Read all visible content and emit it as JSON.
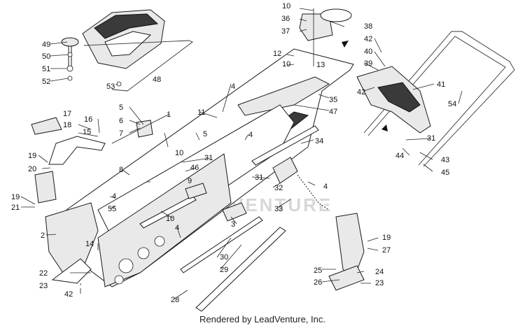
{
  "watermark": "VENTURE",
  "footer": "Rendered by LeadVenture, Inc.",
  "callouts": {
    "c1": "1",
    "c2": "2",
    "c3": "3",
    "c4a": "4",
    "c4b": "4",
    "c4c": "4",
    "c4d": "4",
    "c4e": "4",
    "c5a": "5",
    "c5b": "5",
    "c6": "6",
    "c7": "7",
    "c8": "8",
    "c9": "9",
    "c10a": "10",
    "c10b": "10",
    "c10c": "10",
    "c10d": "10",
    "c11": "11",
    "c12": "12",
    "c13": "13",
    "c14": "14",
    "c15": "15",
    "c16": "16",
    "c17": "17",
    "c18": "18",
    "c19a": "19",
    "c19b": "19",
    "c19c": "19",
    "c20": "20",
    "c21": "21",
    "c22": "22",
    "c23a": "23",
    "c23b": "23",
    "c24": "24",
    "c25": "25",
    "c26": "26",
    "c27": "27",
    "c28": "28",
    "c29": "29",
    "c30": "30",
    "c31a": "31",
    "c31b": "31",
    "c31c": "31",
    "c32": "32",
    "c33": "33",
    "c34": "34",
    "c35": "35",
    "c36": "36",
    "c37": "37",
    "c38": "38",
    "c39": "39",
    "c40": "40",
    "c41": "41",
    "c42a": "42",
    "c42b": "42",
    "c42c": "42",
    "c43": "43",
    "c44": "44",
    "c45": "45",
    "c46": "46",
    "c47": "47",
    "c48": "48",
    "c49": "49",
    "c50": "50",
    "c51": "51",
    "c52": "52",
    "c53": "53",
    "c54": "54",
    "c55": "55"
  }
}
